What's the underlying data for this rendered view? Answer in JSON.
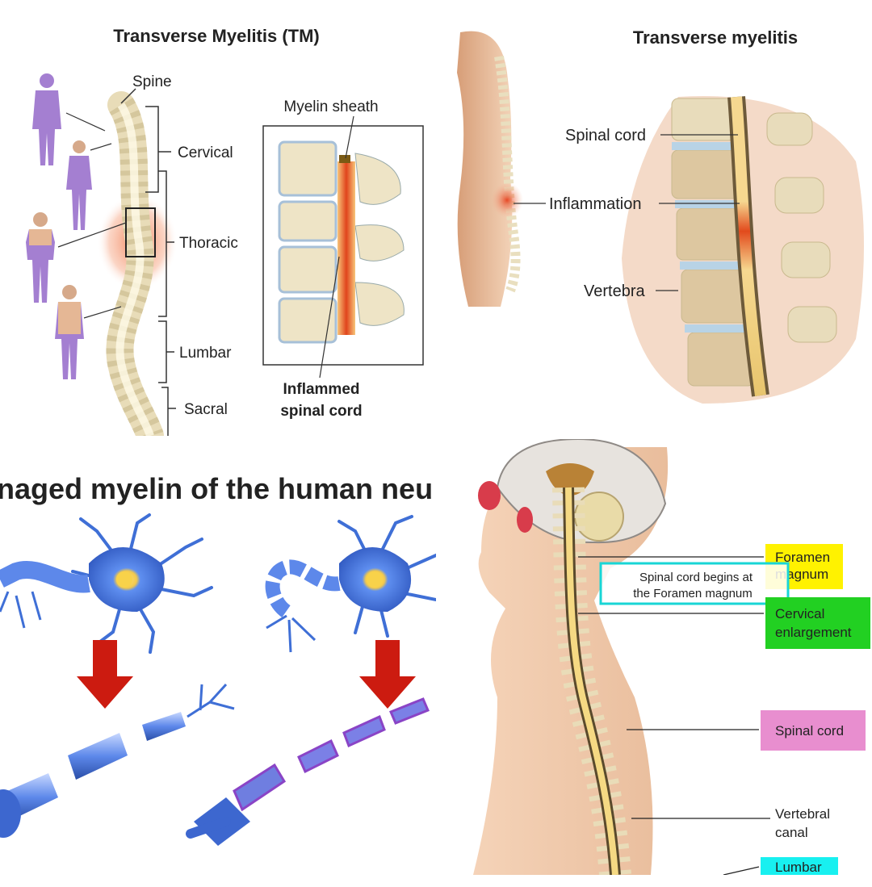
{
  "colors": {
    "inflammation": "#e8401c",
    "bone": "#f3e9cf",
    "bone_dark": "#c9b98e",
    "cord": "#f2d27a",
    "skin": "#f0c9a6",
    "neuron_blue": "#3f6fd6",
    "arrow_red": "#cc1b10",
    "purple_figure": "#a47fd1",
    "label_yellow": "#fff200",
    "label_green": "#22d022",
    "label_pink": "#e88ecf",
    "label_cyan": "#18f0f0"
  },
  "panel_tl": {
    "title": "Transverse Myelitis (TM)",
    "spine": "Spine",
    "cervical": "Cervical",
    "thoracic": "Thoracic",
    "lumbar": "Lumbar",
    "sacral": "Sacral",
    "myelin_sheath": "Myelin sheath",
    "inflamed_1": "Inflammed",
    "inflamed_2": "spinal cord"
  },
  "panel_tr": {
    "title": "Transverse myelitis",
    "spinal_cord": "Spinal cord",
    "inflammation": "Inflammation",
    "vertebra": "Vertebra"
  },
  "panel_bl": {
    "title": "naged myelin of the human neu"
  },
  "panel_br": {
    "foramen_1": "Foramen",
    "foramen_2": "magnum",
    "begins_1": "Spinal cord begins at",
    "begins_2": "the Foramen magnum",
    "cervical_1": "Cervical",
    "cervical_2": "enlargement",
    "spinal_cord": "Spinal cord",
    "vertebral_1": "Vertebral",
    "vertebral_2": "canal",
    "lumbar": "Lumbar"
  }
}
